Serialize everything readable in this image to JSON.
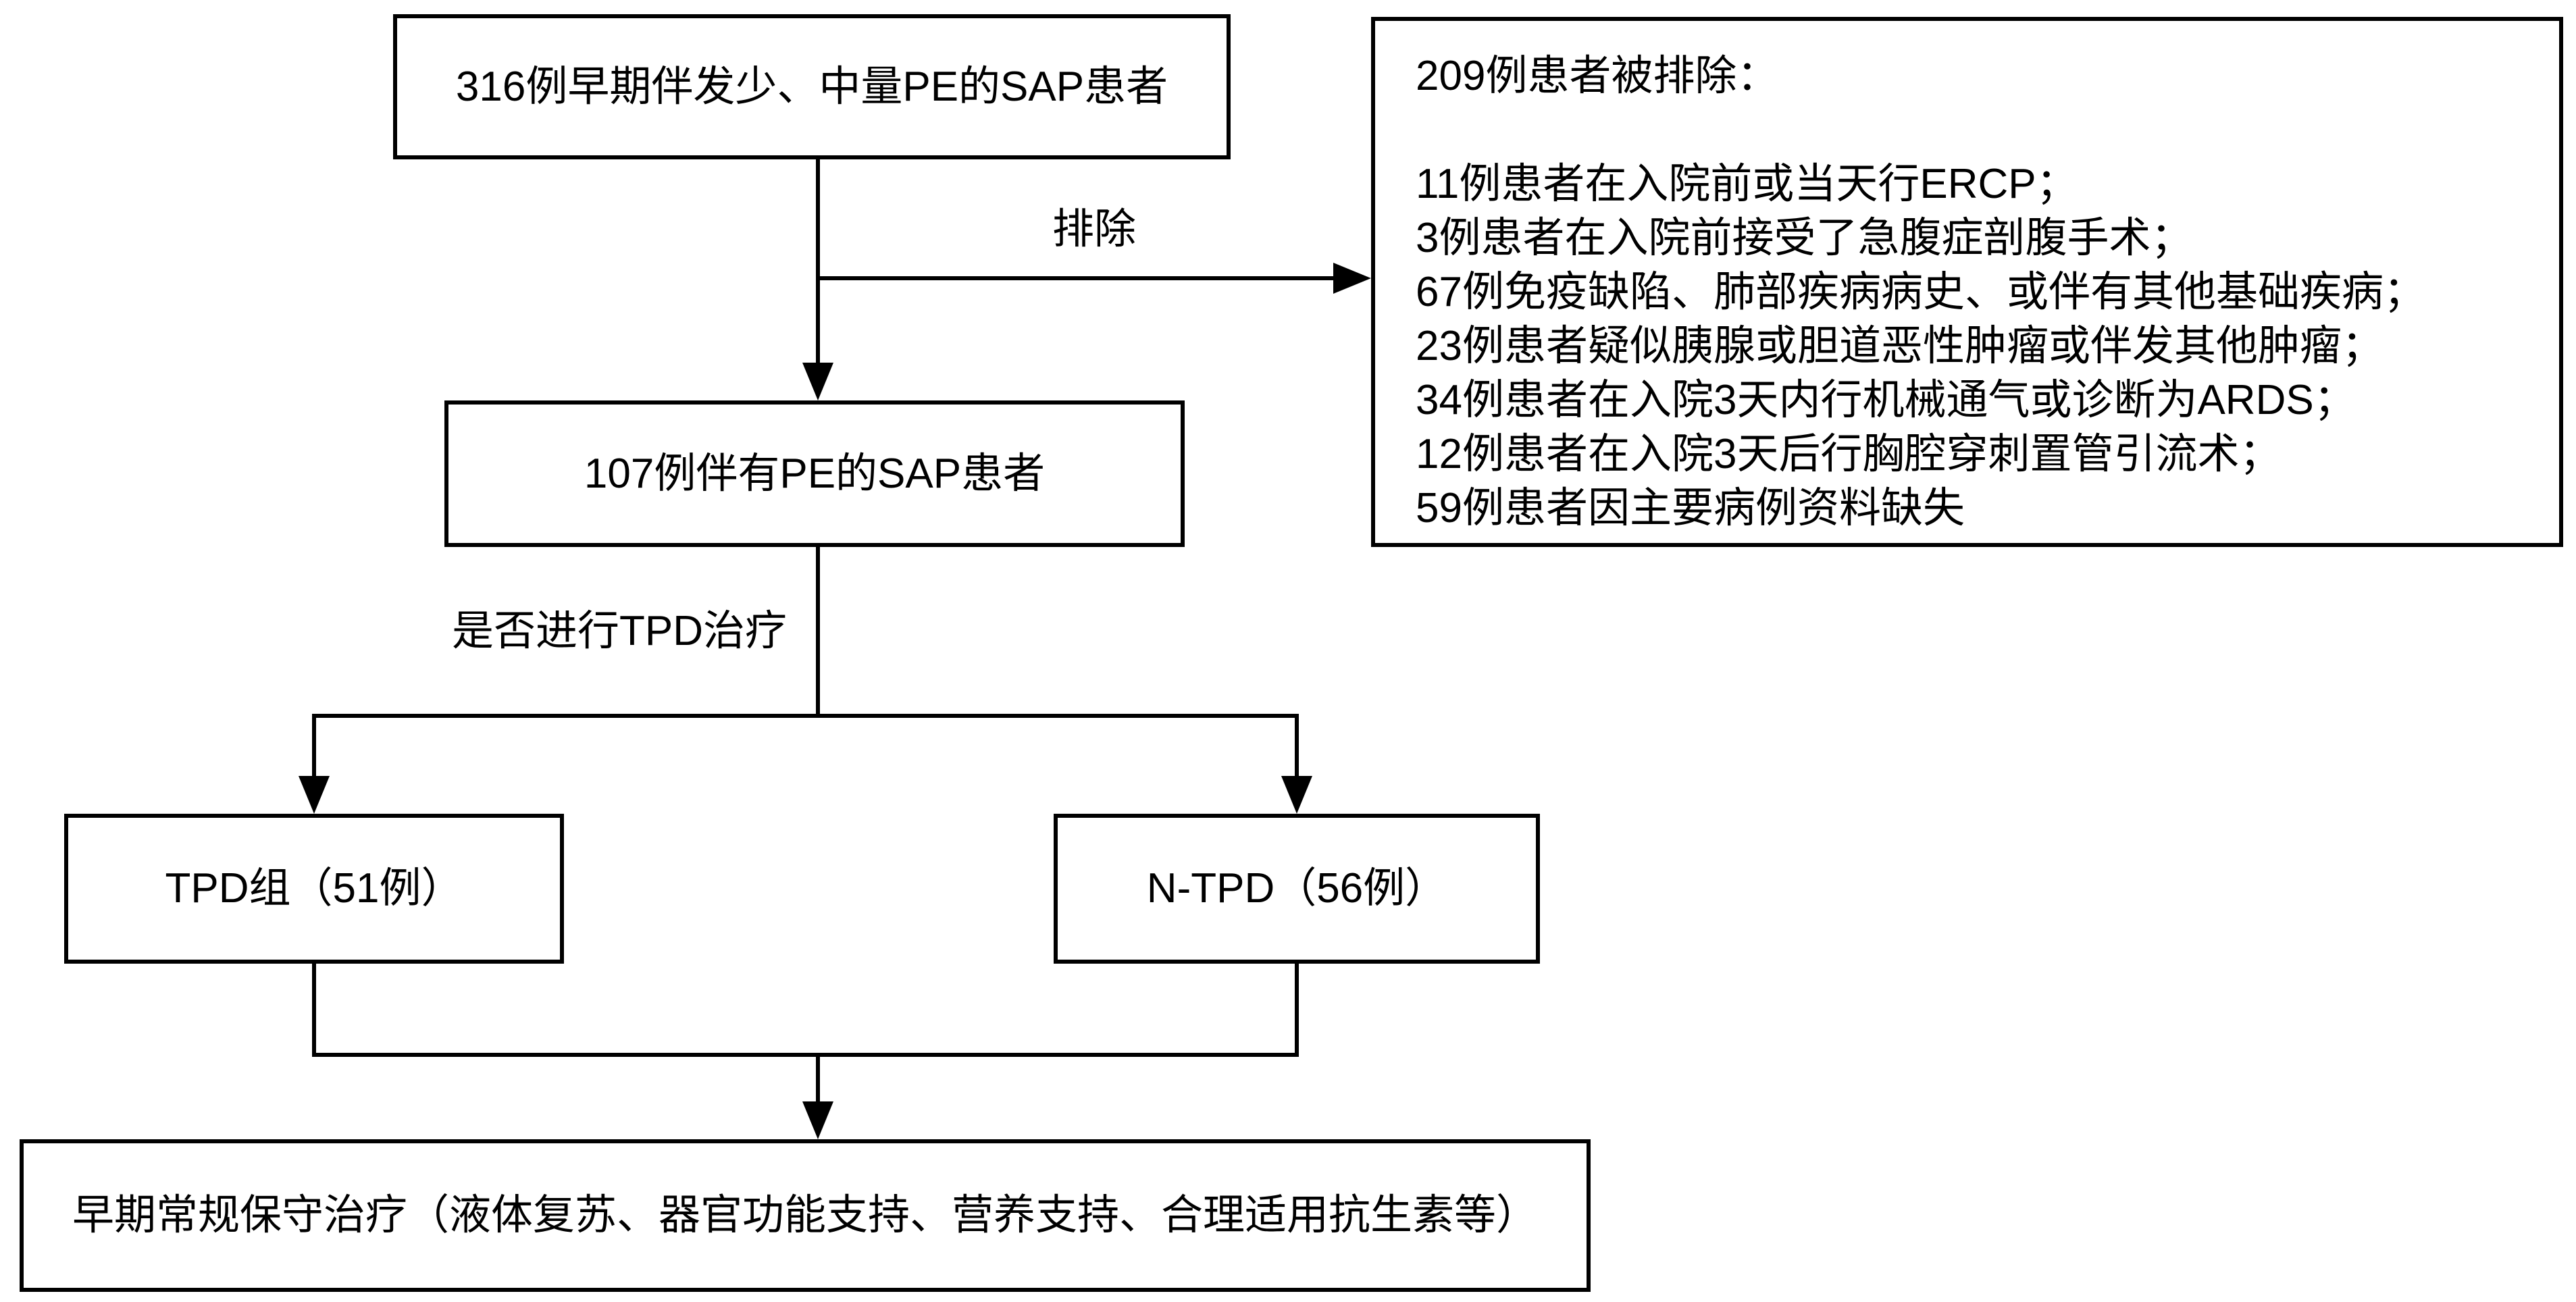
{
  "flowchart": {
    "nodes": {
      "initial": "316例早期伴发少、中量PE的SAP患者",
      "excluded_title": "209例患者被排除：",
      "excluded_items": [
        "11例患者在入院前或当天行ERCP；",
        "3例患者在入院前接受了急腹症剖腹手术；",
        "67例免疫缺陷、肺部疾病病史、或伴有其他基础疾病；",
        "23例患者疑似胰腺或胆道恶性肿瘤或伴发其他肿瘤；",
        "34例患者在入院3天内行机械通气或诊断为ARDS；",
        "12例患者在入院3天后行胸腔穿刺置管引流术；",
        "59例患者因主要病例资料缺失"
      ],
      "included": "107例伴有PE的SAP患者",
      "tpd_group": "TPD组（51例）",
      "ntpd_group": "N-TPD（56例）",
      "treatment": "早期常规保守治疗（液体复苏、器官功能支持、营养支持、合理适用抗生素等）"
    },
    "edge_labels": {
      "exclude": "排除",
      "decision": "是否进行TPD治疗"
    },
    "colors": {
      "line": "#000000",
      "text": "#000000",
      "background": "#ffffff",
      "box_background": "#ffffff"
    }
  }
}
